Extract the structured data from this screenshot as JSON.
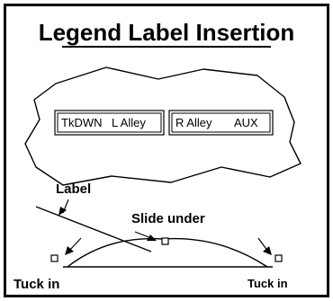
{
  "title": "Legend Label Insertion",
  "label_strip": {
    "left_segment": {
      "text_1": "TkDWN",
      "text_2": "L Alley"
    },
    "right_segment": {
      "text_1": "R Alley",
      "text_2": "AUX"
    }
  },
  "annotations": {
    "label": "Label",
    "slide_under": "Slide under",
    "tuck_in_left": "Tuck in",
    "tuck_in_right": "Tuck in"
  }
}
